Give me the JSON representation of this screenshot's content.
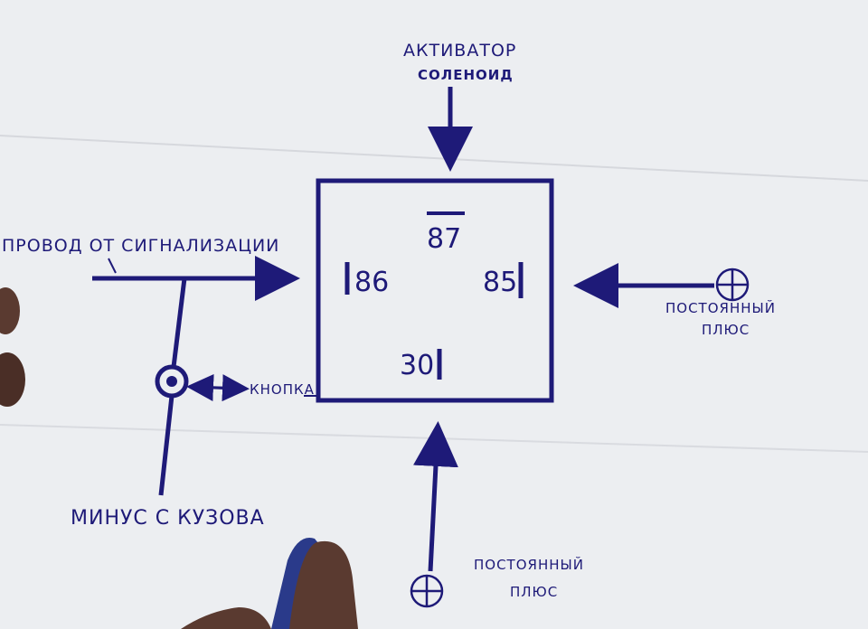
{
  "colors": {
    "ink": "#1e1a78",
    "paper": "#eceef1",
    "skin": "#5a3a30"
  },
  "labels": {
    "activator": "АКТИВАТОР",
    "solenoid": "СОЛЕНОИД",
    "signal_wire": "ПРОВОД ОТ СИГНАЛИЗАЦИИ",
    "button": "КНОПКА",
    "ground": "МИНУС С КУЗОВА",
    "const_plus_right_1": "ПОСТОЯННЫЙ",
    "const_plus_right_2": "ПЛЮС",
    "const_plus_bottom_1": "ПОСТОЯННЫЙ",
    "const_plus_bottom_2": "ПЛЮС"
  },
  "pins": {
    "p87": "87",
    "p86": "86",
    "p85": "85",
    "p30": "30"
  },
  "icons": {
    "plus_terminal": "circle-plus-icon",
    "button": "button-circle-icon"
  }
}
